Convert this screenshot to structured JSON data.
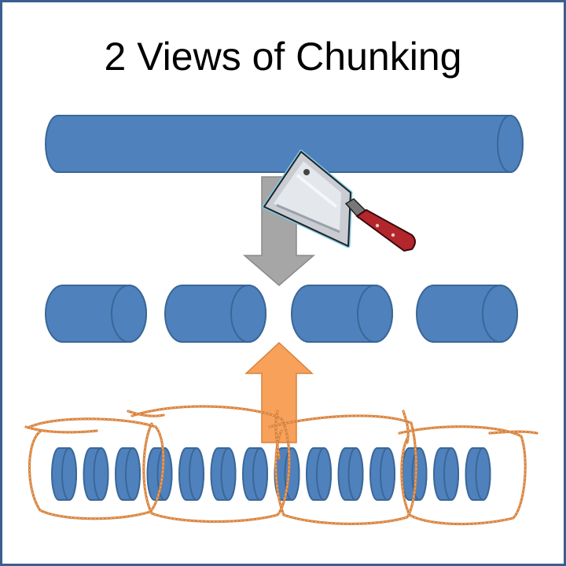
{
  "slide": {
    "title": "2 Views of Chunking"
  },
  "colors": {
    "frame": "#3d5f8f",
    "cylinder_fill": "#4f81bd",
    "cylinder_stroke": "#3a6797",
    "arrow_down": "#a6a6a6",
    "arrow_up": "#f7a15a",
    "rope": "#d9823d",
    "cleaver_blade": "#c9cdd3",
    "cleaver_handle": "#b3262c"
  },
  "icons": {
    "cleaver": "cleaver-icon",
    "rope": "rope-icon"
  },
  "diagram": {
    "whole_cylinders": 1,
    "chunk_cylinders": 4,
    "small_discs": 14,
    "rope_loops": 4
  }
}
